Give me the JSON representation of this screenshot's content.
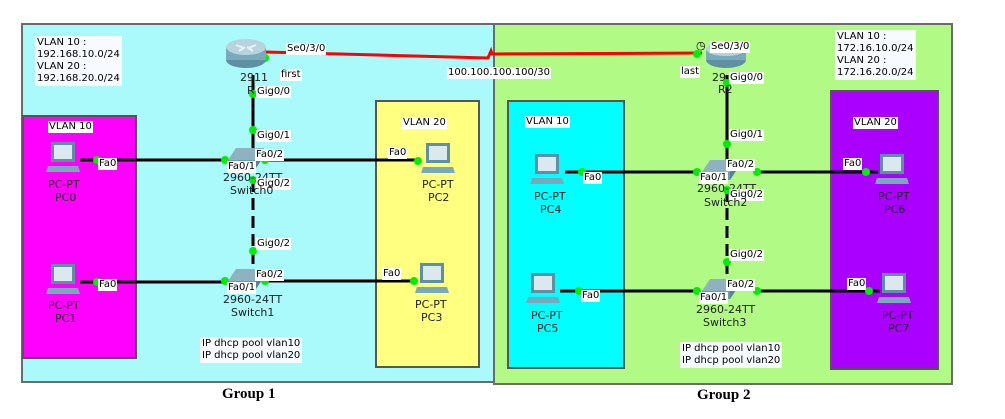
{
  "groups": [
    {
      "title": "Group 1",
      "info": [
        "VLAN 10 :",
        "192.168.10.0/24",
        "VLAN 20 :",
        "192.168.20.0/24"
      ],
      "dhcp": [
        "IP dhcp pool vlan10",
        "IP dhcp pool vlan20"
      ],
      "vlan_left": "VLAN 10",
      "vlan_right": "VLAN 20",
      "router": {
        "model": "2911",
        "name": "R1",
        "serial_port": "Se0/3/0",
        "serial_label": "first",
        "gig_port": "Gig0/0"
      },
      "switch_top": {
        "model": "2960-24TT",
        "name": "Switch0",
        "up": "Gig0/1",
        "down": "Gig0/2",
        "left": "Fa0/1",
        "right": "Fa0/2"
      },
      "switch_bottom": {
        "model": "2960-24TT",
        "name": "Switch1",
        "up": "Gig0/2",
        "left": "Fa0/1",
        "right": "Fa0/2"
      },
      "pcs": [
        {
          "type": "PC-PT",
          "name": "PC0",
          "port": "Fa0"
        },
        {
          "type": "PC-PT",
          "name": "PC1",
          "port": "Fa0"
        },
        {
          "type": "PC-PT",
          "name": "PC2",
          "port": "Fa0"
        },
        {
          "type": "PC-PT",
          "name": "PC3",
          "port": "Fa0"
        }
      ]
    },
    {
      "title": "Group 2",
      "info": [
        "VLAN 10 :",
        "172.16.10.0/24",
        "VLAN 20 :",
        "172.16.20.0/24"
      ],
      "dhcp": [
        "IP dhcp pool vlan10",
        "IP dhcp pool vlan20"
      ],
      "vlan_left": "VLAN 10",
      "vlan_right": "VLAN 20",
      "router": {
        "model": "29",
        "name": "R2",
        "serial_port": "Se0/3/0",
        "serial_label": "last",
        "gig_port": "Gig0/0"
      },
      "switch_top": {
        "model": "2960-24TT",
        "name": "Switch2",
        "up": "Gig0/1",
        "down": "Gig0/2",
        "left": "Fa0/1",
        "right": "Fa0/2"
      },
      "switch_bottom": {
        "model": "2960-24TT",
        "name": "Switch3",
        "up": "Gig0/2",
        "left": "Fa0/1",
        "right": "Fa0/2"
      },
      "pcs": [
        {
          "type": "PC-PT",
          "name": "PC4",
          "port": "Fa0"
        },
        {
          "type": "PC-PT",
          "name": "PC5",
          "port": "Fa0"
        },
        {
          "type": "PC-PT",
          "name": "PC6",
          "port": "Fa0"
        },
        {
          "type": "PC-PT",
          "name": "PC7",
          "port": "Fa0"
        }
      ]
    }
  ],
  "wan_link": {
    "network": "100.100.100.100/30",
    "color": "#ff0000"
  },
  "colors": {
    "group1_bg": "#aaf9fb",
    "group2_bg": "#b0fa85",
    "g1_vlan10": "#ff00ff",
    "g1_vlan20": "#ffff80",
    "g2_vlan10": "#00ffff",
    "g2_vlan20": "#aa00ff",
    "port_up": "#00ee00"
  }
}
